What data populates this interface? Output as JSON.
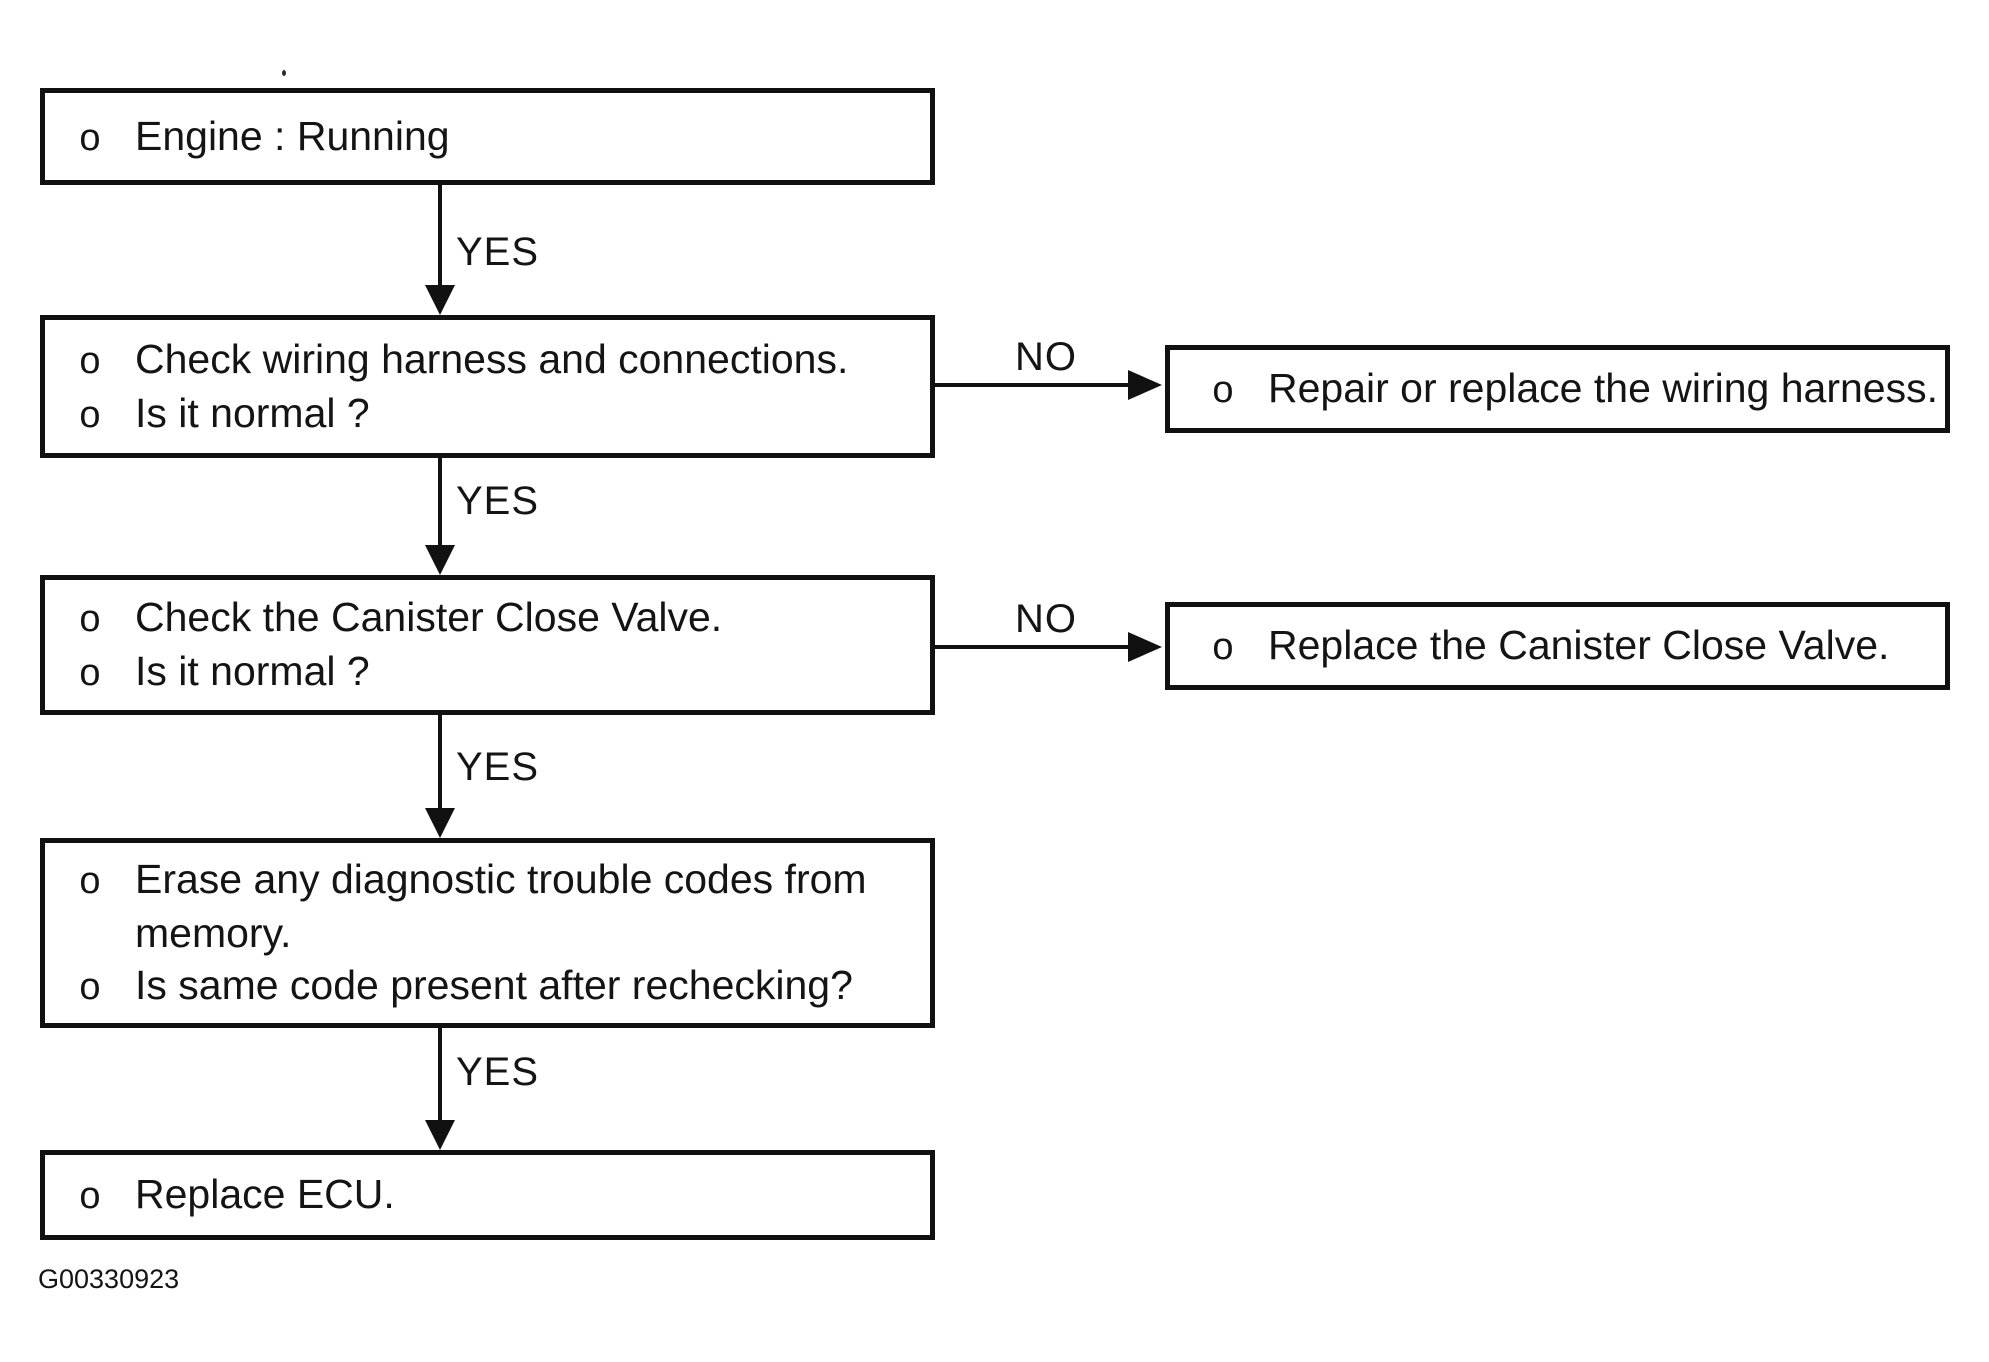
{
  "meta": {
    "caption": "G00330923",
    "ink_color": "#111111",
    "background_color": "#ffffff"
  },
  "labels": {
    "bullet": "o",
    "yes": "YES",
    "no": "NO"
  },
  "boxes": {
    "engine": {
      "line1": "Engine : Running"
    },
    "wiring": {
      "line1": "Check wiring harness and connections.",
      "line2": "Is it normal ?"
    },
    "repair_wiring": {
      "line1": "Repair or replace the wiring harness."
    },
    "canister": {
      "line1": "Check the Canister Close Valve.",
      "line2": "Is it normal ?"
    },
    "replace_canister": {
      "line1": "Replace the Canister Close Valve."
    },
    "erase": {
      "line1": "Erase any diagnostic trouble codes from",
      "line1_cont": "memory.",
      "line2": "Is same code present after rechecking?"
    },
    "ecu": {
      "line1": "Replace ECU."
    }
  }
}
